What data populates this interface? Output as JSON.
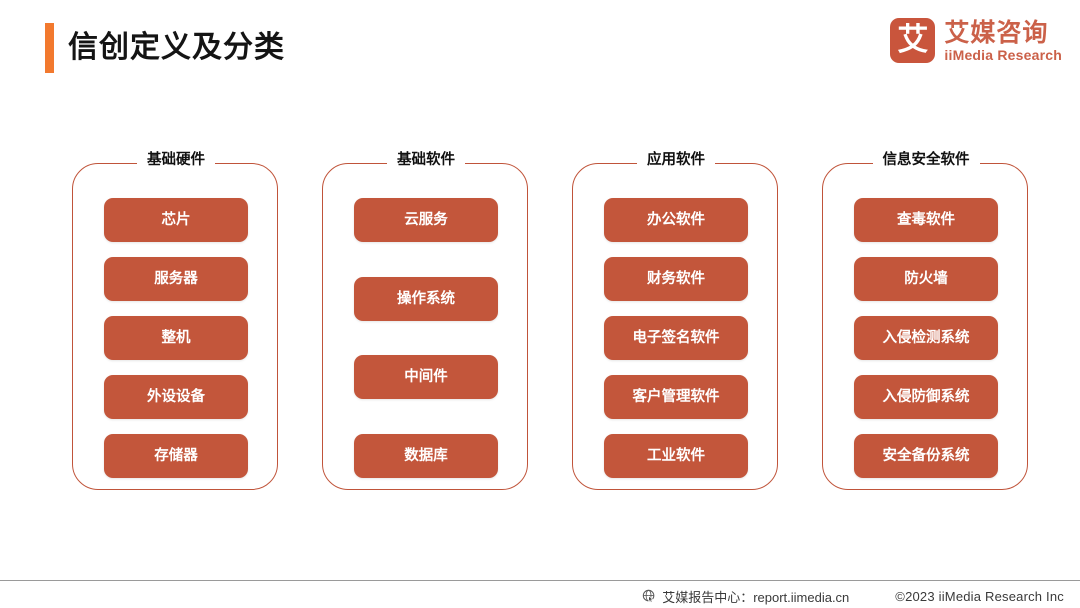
{
  "header": {
    "title": "信创定义及分类",
    "accent_color": "#f2792e"
  },
  "logo": {
    "mark_glyph": "艾",
    "name_cn": "艾媒咨询",
    "name_en": "iiMedia Research",
    "color": "#cb6149"
  },
  "theme": {
    "pill_fill": "#c3563b",
    "frame_border": "#c0543a",
    "text_on_pill": "#ffffff"
  },
  "diagram": {
    "columns": [
      {
        "heading": "基础硬件",
        "items": [
          "芯片",
          "服务器",
          "整机",
          "外设设备",
          "存储器"
        ]
      },
      {
        "heading": "基础软件",
        "items": [
          "云服务",
          "操作系统",
          "中间件",
          "数据库"
        ]
      },
      {
        "heading": "应用软件",
        "items": [
          "办公软件",
          "财务软件",
          "电子签名软件",
          "客户管理软件",
          "工业软件"
        ]
      },
      {
        "heading": "信息安全软件",
        "items": [
          "查毒软件",
          "防火墙",
          "入侵检测系统",
          "入侵防御系统",
          "安全备份系统"
        ]
      }
    ]
  },
  "footer": {
    "report_center": "艾媒报告中心：report.iimedia.cn",
    "copyright": "©2023  iiMedia Research  Inc",
    "globe_icon": "globe-cursor-icon"
  }
}
